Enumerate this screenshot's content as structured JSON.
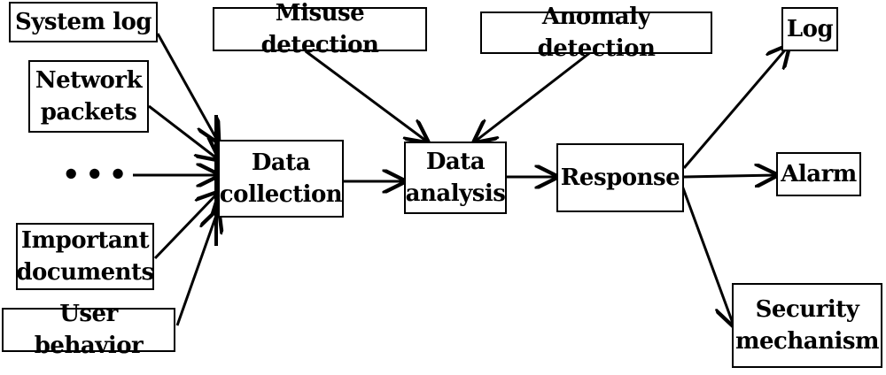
{
  "nodes": {
    "system_log": "System log",
    "network_packets": "Network\npackets",
    "ellipsis": "•••",
    "important_documents": "Important\ndocuments",
    "user_behavior": "User behavior",
    "data_collection": "Data\ncollection",
    "misuse_detection": "Misuse detection",
    "anomaly_detection": "Anomaly detection",
    "data_analysis": "Data\nanalysis",
    "response": "Response",
    "log": "Log",
    "alarm": "Alarm",
    "security_mechanism": "Security\nmechanism"
  },
  "edges": [
    {
      "from": "system_log",
      "to": "data_collection"
    },
    {
      "from": "network_packets",
      "to": "data_collection"
    },
    {
      "from": "ellipsis",
      "to": "data_collection"
    },
    {
      "from": "important_documents",
      "to": "data_collection"
    },
    {
      "from": "user_behavior",
      "to": "data_collection"
    },
    {
      "from": "data_collection",
      "to": "data_analysis"
    },
    {
      "from": "misuse_detection",
      "to": "data_analysis"
    },
    {
      "from": "anomaly_detection",
      "to": "data_analysis"
    },
    {
      "from": "data_analysis",
      "to": "response"
    },
    {
      "from": "response",
      "to": "log"
    },
    {
      "from": "response",
      "to": "alarm"
    },
    {
      "from": "response",
      "to": "security_mechanism"
    }
  ]
}
